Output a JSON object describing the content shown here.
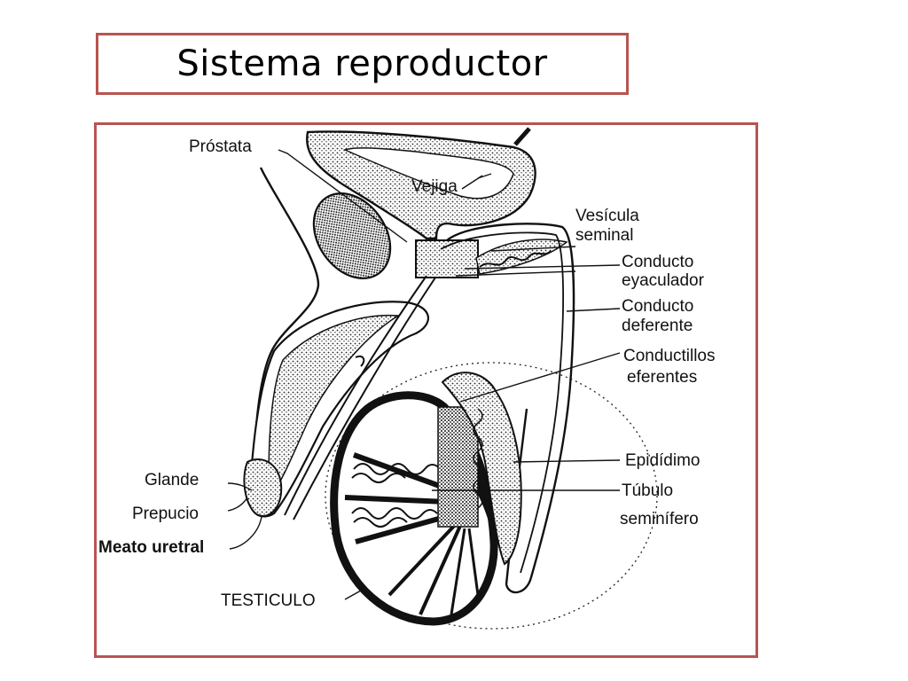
{
  "slide": {
    "title": "Sistema reproductor"
  },
  "diagram": {
    "labels": {
      "prostata": "Próstata",
      "vejiga": "Vejiga",
      "vesicula_1": "Vesícula",
      "vesicula_2": "seminal",
      "conducto_eyac_1": "Conducto",
      "conducto_eyac_2": "eyaculador",
      "conducto_def_1": "Conducto",
      "conducto_def_2": "deferente",
      "conductillos_1": "Conductillos",
      "conductillos_2": "eferentes",
      "epididimo": "Epidídimo",
      "tubulo_1": "Túbulo",
      "tubulo_2": "seminífero",
      "glande": "Glande",
      "prepucio": "Prepucio",
      "meato": "Meato uretral",
      "testiculo": "TESTICULO"
    }
  },
  "colors": {
    "frame_border": "#b85450",
    "ink": "#111111"
  }
}
